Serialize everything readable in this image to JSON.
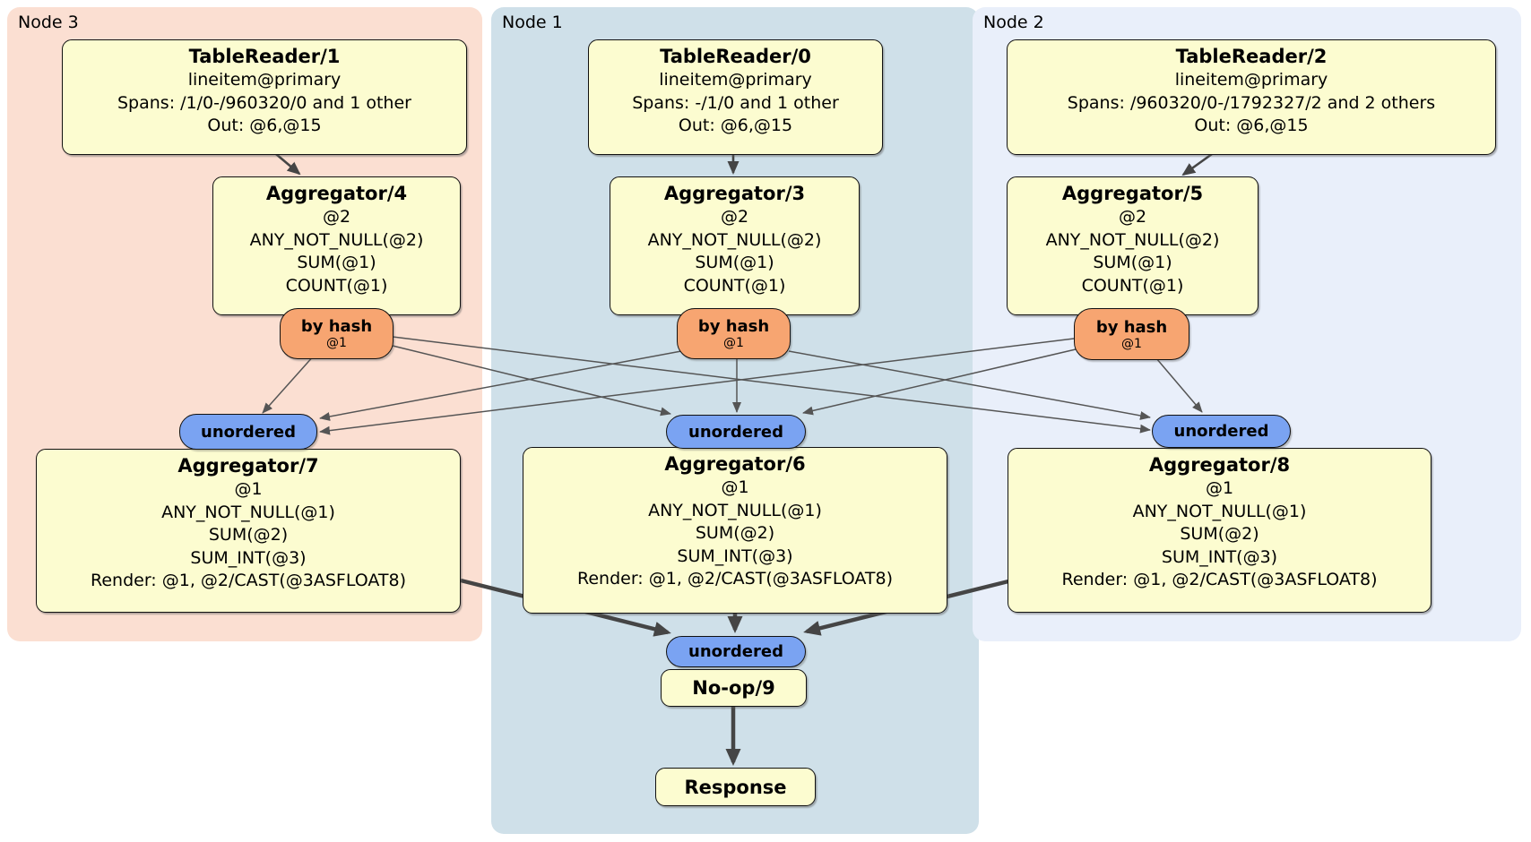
{
  "regions": {
    "node3": {
      "label": "Node 3"
    },
    "node1": {
      "label": "Node 1"
    },
    "node2": {
      "label": "Node 2"
    }
  },
  "processors": {
    "tablereader1": {
      "title": "TableReader/1",
      "lines": [
        "lineitem@primary",
        "Spans: /1/0-/960320/0 and 1 other",
        "Out: @6,@15"
      ]
    },
    "tablereader0": {
      "title": "TableReader/0",
      "lines": [
        "lineitem@primary",
        "Spans: -/1/0 and 1 other",
        "Out: @6,@15"
      ]
    },
    "tablereader2": {
      "title": "TableReader/2",
      "lines": [
        "lineitem@primary",
        "Spans: /960320/0-/1792327/2 and 2 others",
        "Out: @6,@15"
      ]
    },
    "aggregator4": {
      "title": "Aggregator/4",
      "lines": [
        "@2",
        "ANY_NOT_NULL(@2)",
        "SUM(@1)",
        "COUNT(@1)"
      ]
    },
    "aggregator3": {
      "title": "Aggregator/3",
      "lines": [
        "@2",
        "ANY_NOT_NULL(@2)",
        "SUM(@1)",
        "COUNT(@1)"
      ]
    },
    "aggregator5": {
      "title": "Aggregator/5",
      "lines": [
        "@2",
        "ANY_NOT_NULL(@2)",
        "SUM(@1)",
        "COUNT(@1)"
      ]
    },
    "aggregator7": {
      "title": "Aggregator/7",
      "lines": [
        "@1",
        "ANY_NOT_NULL(@1)",
        "SUM(@2)",
        "SUM_INT(@3)",
        "Render: @1, @2/CAST(@3ASFLOAT8)"
      ]
    },
    "aggregator6": {
      "title": "Aggregator/6",
      "lines": [
        "@1",
        "ANY_NOT_NULL(@1)",
        "SUM(@2)",
        "SUM_INT(@3)",
        "Render: @1, @2/CAST(@3ASFLOAT8)"
      ]
    },
    "aggregator8": {
      "title": "Aggregator/8",
      "lines": [
        "@1",
        "ANY_NOT_NULL(@1)",
        "SUM(@2)",
        "SUM_INT(@3)",
        "Render: @1, @2/CAST(@3ASFLOAT8)"
      ]
    },
    "noop9": {
      "title": "No-op/9"
    },
    "response": {
      "title": "Response"
    }
  },
  "routers": {
    "byhash4": {
      "label": "by hash",
      "detail": "@1"
    },
    "byhash3": {
      "label": "by hash",
      "detail": "@1"
    },
    "byhash5": {
      "label": "by hash",
      "detail": "@1"
    }
  },
  "streams": {
    "unordered_left": {
      "label": "unordered"
    },
    "unordered_middle": {
      "label": "unordered"
    },
    "unordered_right": {
      "label": "unordered"
    },
    "unordered_bottom": {
      "label": "unordered"
    }
  },
  "colors": {
    "node3_bg": "#fbdfd2",
    "node1_bg": "#cfe0e9",
    "node2_bg": "#e9effa",
    "box_fill": "#fcfcd0",
    "router_fill": "#f7a571",
    "stream_fill": "#7aa3f2",
    "edge": "#555555",
    "edge_thick": "#454545"
  }
}
